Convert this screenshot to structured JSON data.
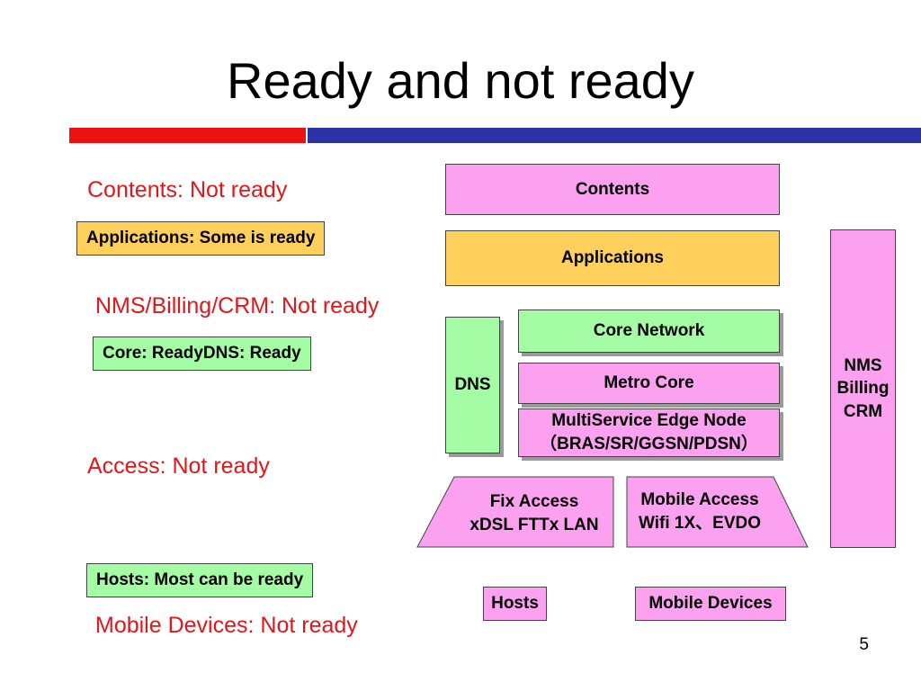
{
  "title": "Ready and not ready",
  "page_number": "5",
  "status_labels": {
    "contents": "Contents: Not ready",
    "applications": "Applications: Some is ready",
    "nms": "NMS/Billing/CRM: Not ready",
    "core_line1": "Core: Ready",
    "core_line2": "DNS: Ready",
    "access": "Access: Not ready",
    "hosts": "Hosts: Most can be ready",
    "mobile_devices": "Mobile Devices: Not ready"
  },
  "diagram": {
    "contents": "Contents",
    "applications": "Applications",
    "core_network": "Core Network",
    "metro_core": "Metro Core",
    "edge_line1": "MultiService Edge Node",
    "edge_line2": "（BRAS/SR/GGSN/PDSN）",
    "dns": "DNS",
    "nms_line1": "NMS",
    "nms_line2": "Billing",
    "nms_line3": "CRM",
    "fix_access_line1": "Fix Access",
    "fix_access_line2": "xDSL FTTx LAN",
    "mobile_access_line1": "Mobile Access",
    "mobile_access_line2": "Wifi 1X、EVDO",
    "hosts": "Hosts",
    "mobile_devices": "Mobile Devices"
  },
  "colors": {
    "red_text": "#e3161a",
    "pink": "#fba1ef",
    "orange": "#ffd15c",
    "green": "#a4fca5",
    "blue_bar": "#2b32a8",
    "red_bar": "#ee1111"
  }
}
